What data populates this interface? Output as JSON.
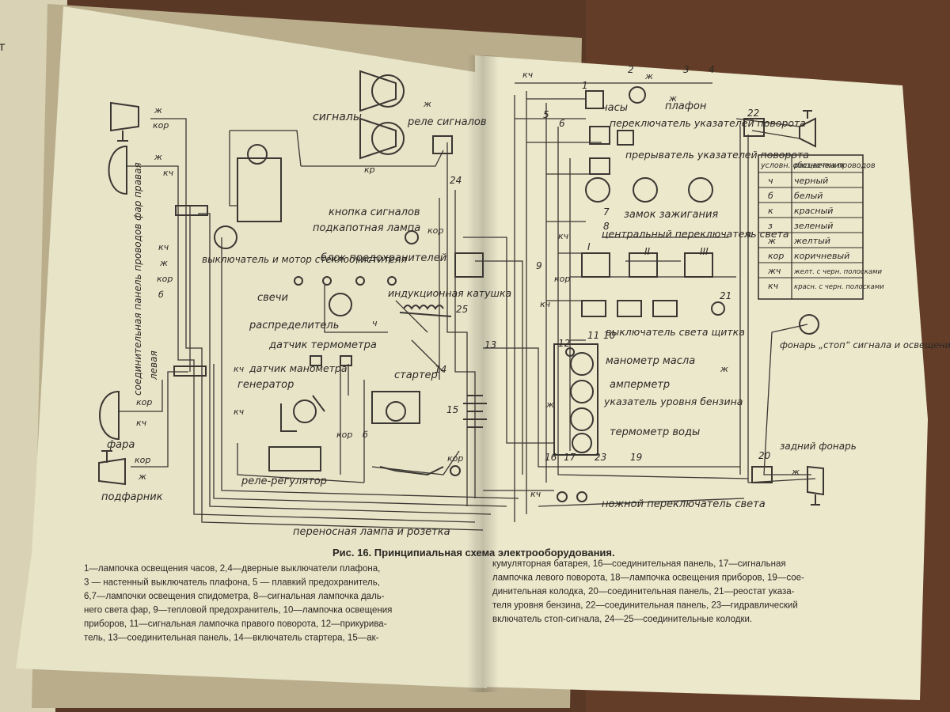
{
  "theme": {
    "table": "#e9e5c8",
    "leftPage": "#e8e4c8",
    "rightPage": "#ece8cc",
    "ink": "#2b2926"
  },
  "edge_text": "т",
  "figure_title": "Рис. 16. Принципиальная схема электрооборудования.",
  "labels": {
    "signals": "сигналы",
    "signal_relay": "реле сигналов",
    "clock": "часы",
    "dome_light": "плафон",
    "turn_switch": "переключатель указателей поворота",
    "turn_breaker": "прерыватель указателей поворота",
    "ignition_lock": "замок зажигания",
    "central_switch": "центральный переключатель света",
    "horn_button": "кнопка сигналов",
    "hood_lamp": "подкапотная лампа",
    "fuse_block": "блок предохранителей",
    "wiper": "выключатель и мотор стеклоочистителя",
    "plugs": "свечи",
    "ignition_coil": "индукционная катушка",
    "distributor": "распределитель",
    "temp_sensor": "датчик термометра",
    "pressure_sensor": "датчик манометра",
    "generator": "генератор",
    "starter": "стартер",
    "regulator": "реле-регулятор",
    "portable_lamp": "переносная лампа и розетка",
    "foot_switch": "ножной переключатель света",
    "dash_switch": "выключатель света щитка",
    "oil_gauge": "манометр масла",
    "ammeter": "амперметр",
    "fuel_gauge": "указатель уровня бензина",
    "water_thermo": "термометр воды",
    "stop_lamp": "фонарь „стоп“ сигнала и освещение номерного знака",
    "rear_lamp": "задний фонарь",
    "headlamp": "фара",
    "sidelamp": "подфарник",
    "panel_right": "соединительная панель проводов фар правая",
    "panel_left": "левая",
    "wire_kor": "кор",
    "wire_kch": "кч",
    "wire_zh": "ж",
    "wire_ch": "ч",
    "wire_kr": "кр",
    "wire_b": "б"
  },
  "numbers": [
    "1",
    "2",
    "3",
    "4",
    "5",
    "6",
    "7",
    "8",
    "9",
    "10",
    "11",
    "12",
    "13",
    "14",
    "15",
    "16",
    "17",
    "19",
    "20",
    "21",
    "22",
    "23",
    "24",
    "25",
    "I",
    "II",
    "III"
  ],
  "legend": {
    "headers": [
      "условн. обозначения",
      "расцветка проводов"
    ],
    "rows": [
      [
        "ч",
        "черный"
      ],
      [
        "б",
        "белый"
      ],
      [
        "к",
        "красный"
      ],
      [
        "з",
        "зеленый"
      ],
      [
        "ж",
        "желтый"
      ],
      [
        "кор",
        "коричневый"
      ],
      [
        "жч",
        "желт. с черн. полосками"
      ],
      [
        "кч",
        "красн. с черн. полосками"
      ]
    ]
  },
  "caption_left": [
    "1—лампочка освещения часов, 2,4—дверные выключатели плафона,",
    "3 — настенный выключатель плафона, 5 — плавкий предохранитель,",
    "6,7—лампочки освещения спидометра, 8—сигнальная лампочка даль-",
    "него света фар, 9—тепловой предохранитель, 10—лампочка освещения",
    "приборов, 11—сигнальная лампочка правого поворота, 12—прикурива-",
    "тель, 13—соединительная панель, 14—включатель стартера, 15—ак-"
  ],
  "caption_right": [
    "кумуляторная батарея, 16—соединительная панель, 17—сигнальная",
    "лампочка левого поворота, 18—лампочка освещения приборов, 19—сое-",
    "динительная колодка, 20—соединительная панель, 21—реостат указа-",
    "теля уровня бензина, 22—соединительная панель, 23—гидравлический",
    "включатель стоп-сигнала, 24—25—соединительные колодки."
  ]
}
